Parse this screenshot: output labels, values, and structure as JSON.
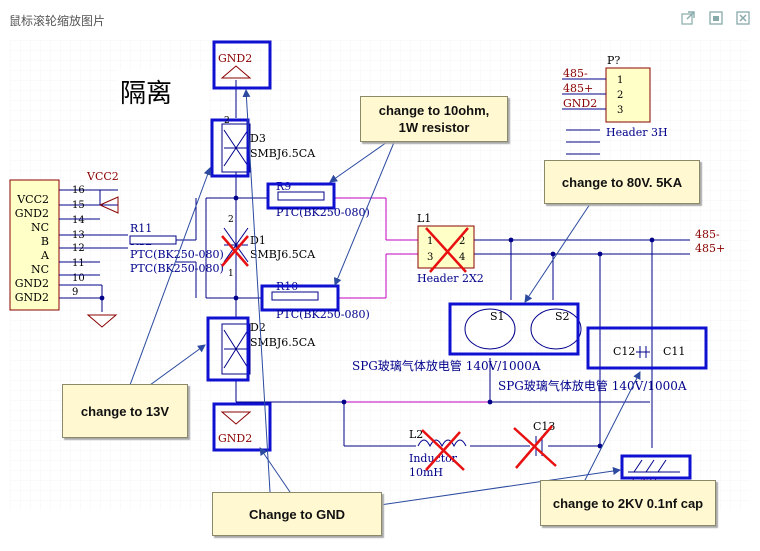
{
  "window": {
    "title": "鼠标滚轮缩放图片",
    "icons": [
      "open-external-icon",
      "maximize-icon",
      "close-icon"
    ]
  },
  "schematic": {
    "isolation_label": "隔离",
    "vcc": "VCC2",
    "gnd_top": "GND2",
    "gnd_bottom": "GND2",
    "connector_pins": [
      "16",
      "15",
      "14",
      "13",
      "12",
      "11",
      "10",
      "9"
    ],
    "connector_names": [
      "VCC2",
      "GND2",
      "NC",
      "B",
      "A",
      "NC",
      "GND2",
      "GND2"
    ],
    "d3_ref": "D3",
    "d3_part": "SMBJ6.5CA",
    "d1_ref": "D1",
    "d1_part": "SMBJ6.5CA",
    "d2_ref": "D2",
    "d2_part": "SMBJ6.5CA",
    "r11": "R11",
    "r12": "R12",
    "ptc1": "PTC(BK250-080)",
    "ptc2": "PTC(BK250-080)",
    "r9": "R9",
    "r9_part": "PTC(BK250-080)",
    "r10": "R10",
    "r10_part": "PTC(BK250-080)",
    "l1": "L1",
    "l1_part": "Header 2X2",
    "l1_pins": [
      "1",
      "2",
      "3",
      "4"
    ],
    "p_ref": "P?",
    "p_part": "Header 3H",
    "p_pins": [
      "1",
      "2",
      "3"
    ],
    "p_nets": [
      "485-",
      "485+",
      "GND2"
    ],
    "out_minus": "485-",
    "out_plus": "485+",
    "s1": "S1",
    "s2": "S2",
    "spg1": "SPG玻璃气体放电管 140V/1000A",
    "spg2": "SPG玻璃气体放电管 140V/1000A",
    "c12": "C12",
    "c11": "C11",
    "c13": "C13",
    "l2": "L2",
    "l2_part1": "Inductor",
    "l2_part2": "10mH",
    "gnd_right": "GND",
    "pin_1": "1",
    "pin_2": "2"
  },
  "annotations": {
    "note_10ohm": "change to 10ohm,\n1W resistor",
    "note_80v": "change to 80V. 5KA",
    "note_13v": "change to 13V",
    "note_gnd": "Change to GND",
    "note_cap": "change to 2KV 0.1nf cap"
  },
  "colors": {
    "wire": "#00008b",
    "label_red": "#8b0000",
    "highlight": "#1010d0",
    "cross": "#e81010",
    "magenta": "#c000c0",
    "part_fill": "#ffffc8"
  }
}
